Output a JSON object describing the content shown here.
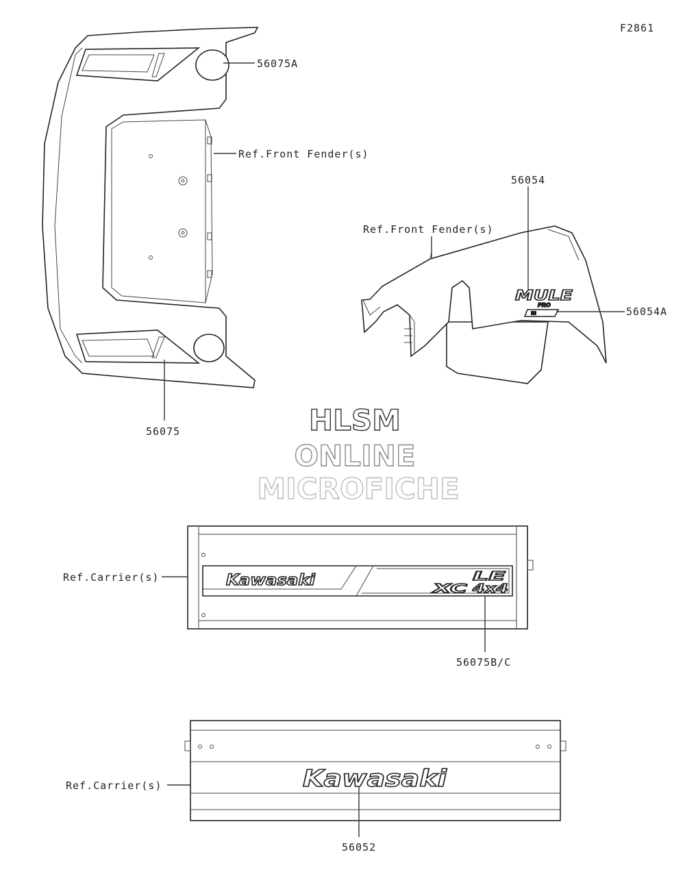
{
  "figure_code": "F2861",
  "watermark": {
    "line1": "HLSM",
    "line2": "ONLINE",
    "line3": "MICROFICHE"
  },
  "callouts": {
    "p56075A": "56075A",
    "ref_front_fender_1": "Ref.Front Fender(s)",
    "p56075": "56075",
    "p56054": "56054",
    "ref_front_fender_2": "Ref.Front Fender(s)",
    "p56054A": "56054A",
    "ref_carrier_1": "Ref.Carrier(s)",
    "p56075BC": "56075B/C",
    "ref_carrier_2": "Ref.Carrier(s)",
    "p56052": "56052"
  },
  "decals": {
    "kawasaki": "Kawasaki",
    "le": "LE",
    "xc": "XC",
    "fourbyfour": "4x4",
    "mule": "MULE",
    "mule_sub": "PRO"
  },
  "colors": {
    "ink": "#222222",
    "background": "#ffffff"
  }
}
